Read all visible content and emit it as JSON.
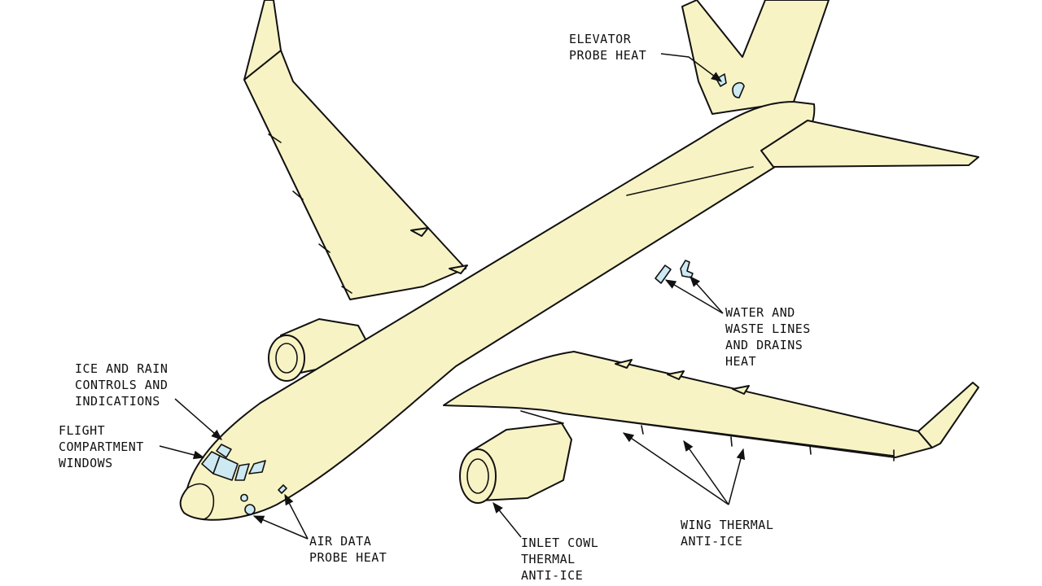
{
  "colors": {
    "airframe": "#f7f3c4",
    "heated_area": "#cde9f2",
    "outline": "#111111"
  },
  "callouts": {
    "elevator_probe_heat": [
      "ELEVATOR",
      "PROBE HEAT"
    ],
    "water_waste": [
      "WATER AND",
      "WASTE LINES",
      "AND DRAINS",
      "HEAT"
    ],
    "ice_rain_controls": [
      "ICE AND RAIN",
      "CONTROLS AND",
      "INDICATIONS"
    ],
    "flight_windows": [
      "FLIGHT",
      "COMPARTMENT",
      "WINDOWS"
    ],
    "air_data_probe": [
      "AIR DATA",
      "PROBE HEAT"
    ],
    "inlet_cowl": [
      "INLET COWL",
      "THERMAL",
      "ANTI-ICE"
    ],
    "wing_thermal": [
      "WING THERMAL",
      "ANTI-ICE"
    ]
  }
}
